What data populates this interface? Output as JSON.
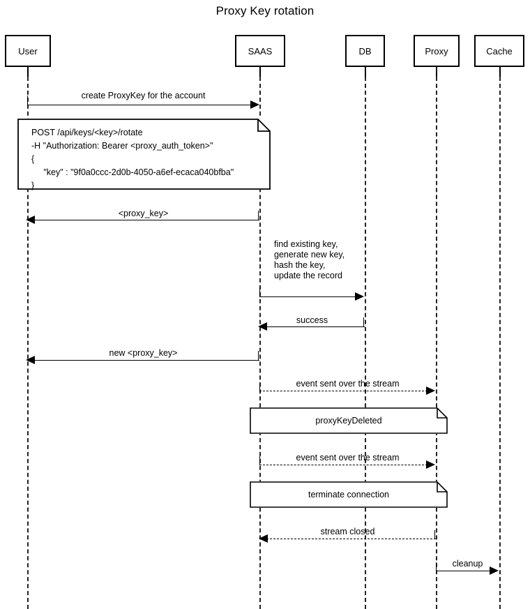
{
  "title": "Proxy Key rotation",
  "participants": [
    {
      "name": "User",
      "label": "User"
    },
    {
      "name": "SAAS",
      "label": "SAAS"
    },
    {
      "name": "DB",
      "label": "DB"
    },
    {
      "name": "Proxy",
      "label": "Proxy"
    },
    {
      "name": "Cache",
      "label": "Cache"
    }
  ],
  "messages": [
    {
      "id": "create-proxykey",
      "label": "create ProxyKey for the account",
      "from": "User",
      "to": "SAAS",
      "style": "solid",
      "direction": "right"
    },
    {
      "id": "return-proxy-key",
      "label": "<proxy_key>",
      "from": "SAAS",
      "to": "User",
      "style": "solid",
      "direction": "left"
    },
    {
      "id": "saas-db-update",
      "label": "find existing key,\ngenerate new key,\nhash the key,\nupdate the record",
      "from": "SAAS",
      "to": "DB",
      "style": "solid",
      "direction": "right"
    },
    {
      "id": "db-success",
      "label": "success",
      "from": "DB",
      "to": "SAAS",
      "style": "solid",
      "direction": "left"
    },
    {
      "id": "return-new-proxy-key",
      "label": "new <proxy_key>",
      "from": "SAAS",
      "to": "User",
      "style": "solid",
      "direction": "left"
    },
    {
      "id": "event-stream-1",
      "label": "event sent over the stream",
      "from": "SAAS",
      "to": "Proxy",
      "style": "dashed",
      "direction": "right"
    },
    {
      "id": "event-stream-2",
      "label": "event sent over the stream",
      "from": "SAAS",
      "to": "Proxy",
      "style": "dashed",
      "direction": "right"
    },
    {
      "id": "stream-closed",
      "label": "stream closed",
      "from": "Proxy",
      "to": "SAAS",
      "style": "dashed",
      "direction": "left"
    },
    {
      "id": "cleanup",
      "label": "cleanup",
      "from": "Proxy",
      "to": "Cache",
      "style": "solid",
      "direction": "right"
    }
  ],
  "notes": [
    {
      "id": "request-note",
      "lines": [
        "POST /api/keys/<key>/rotate",
        "-H \"Authorization: Bearer <proxy_auth_token>\"",
        "{",
        "     \"key\" : \"9f0a0ccc-2d0b-4050-a6ef-ecaca040bfba\"",
        "}"
      ],
      "text": "POST /api/keys/<key>/rotate\n-H \"Authorization: Bearer <proxy_auth_token>\"\n{\n     \"key\" : \"9f0a0ccc-2d0b-4050-a6ef-ecaca040bfba\"\n}",
      "align": "left"
    },
    {
      "id": "proxy-key-deleted-note",
      "lines": [
        "proxyKeyDeleted"
      ],
      "text": "proxyKeyDeleted",
      "align": "center"
    },
    {
      "id": "terminate-connection-note",
      "lines": [
        "terminate connection"
      ],
      "text": "terminate connection",
      "align": "center"
    }
  ],
  "colors": {
    "stroke": "#000000",
    "background": "#ffffff",
    "lifeline": "#222222"
  }
}
